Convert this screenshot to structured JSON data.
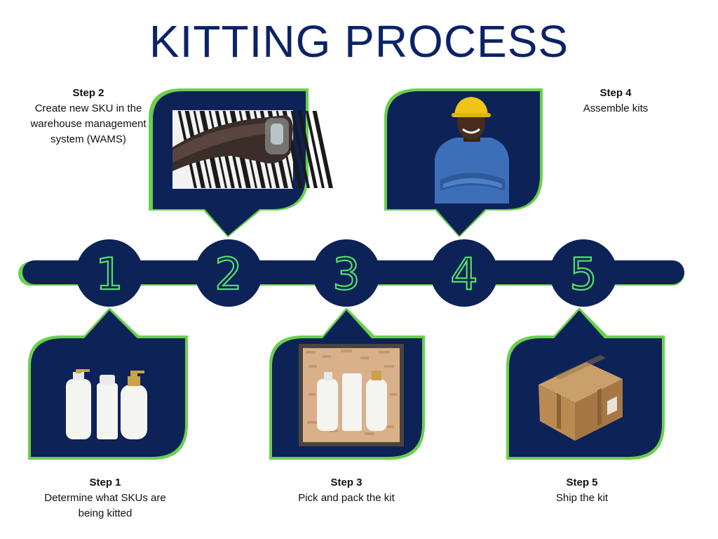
{
  "title": "KITTING PROCESS",
  "colors": {
    "navy": "#0d2257",
    "accent_green": "#6ad04d",
    "digit_green": "#53e06a",
    "title_color": "#0b2366"
  },
  "steps": [
    {
      "number": "1",
      "head": "Step 1",
      "text": "Determine what SKUs are being kitted",
      "image": "bottles-image"
    },
    {
      "number": "2",
      "head": "Step 2",
      "text": "Create new  SKU in the warehouse management system (WAMS)",
      "image": "barcode-scanner-image"
    },
    {
      "number": "3",
      "head": "Step 3",
      "text": "Pick and pack the kit",
      "image": "packed-box-image"
    },
    {
      "number": "4",
      "head": "Step 4",
      "text": "Assemble kits",
      "image": "worker-image"
    },
    {
      "number": "5",
      "head": "Step 5",
      "text": "Ship the kit",
      "image": "shipping-box-image"
    }
  ]
}
